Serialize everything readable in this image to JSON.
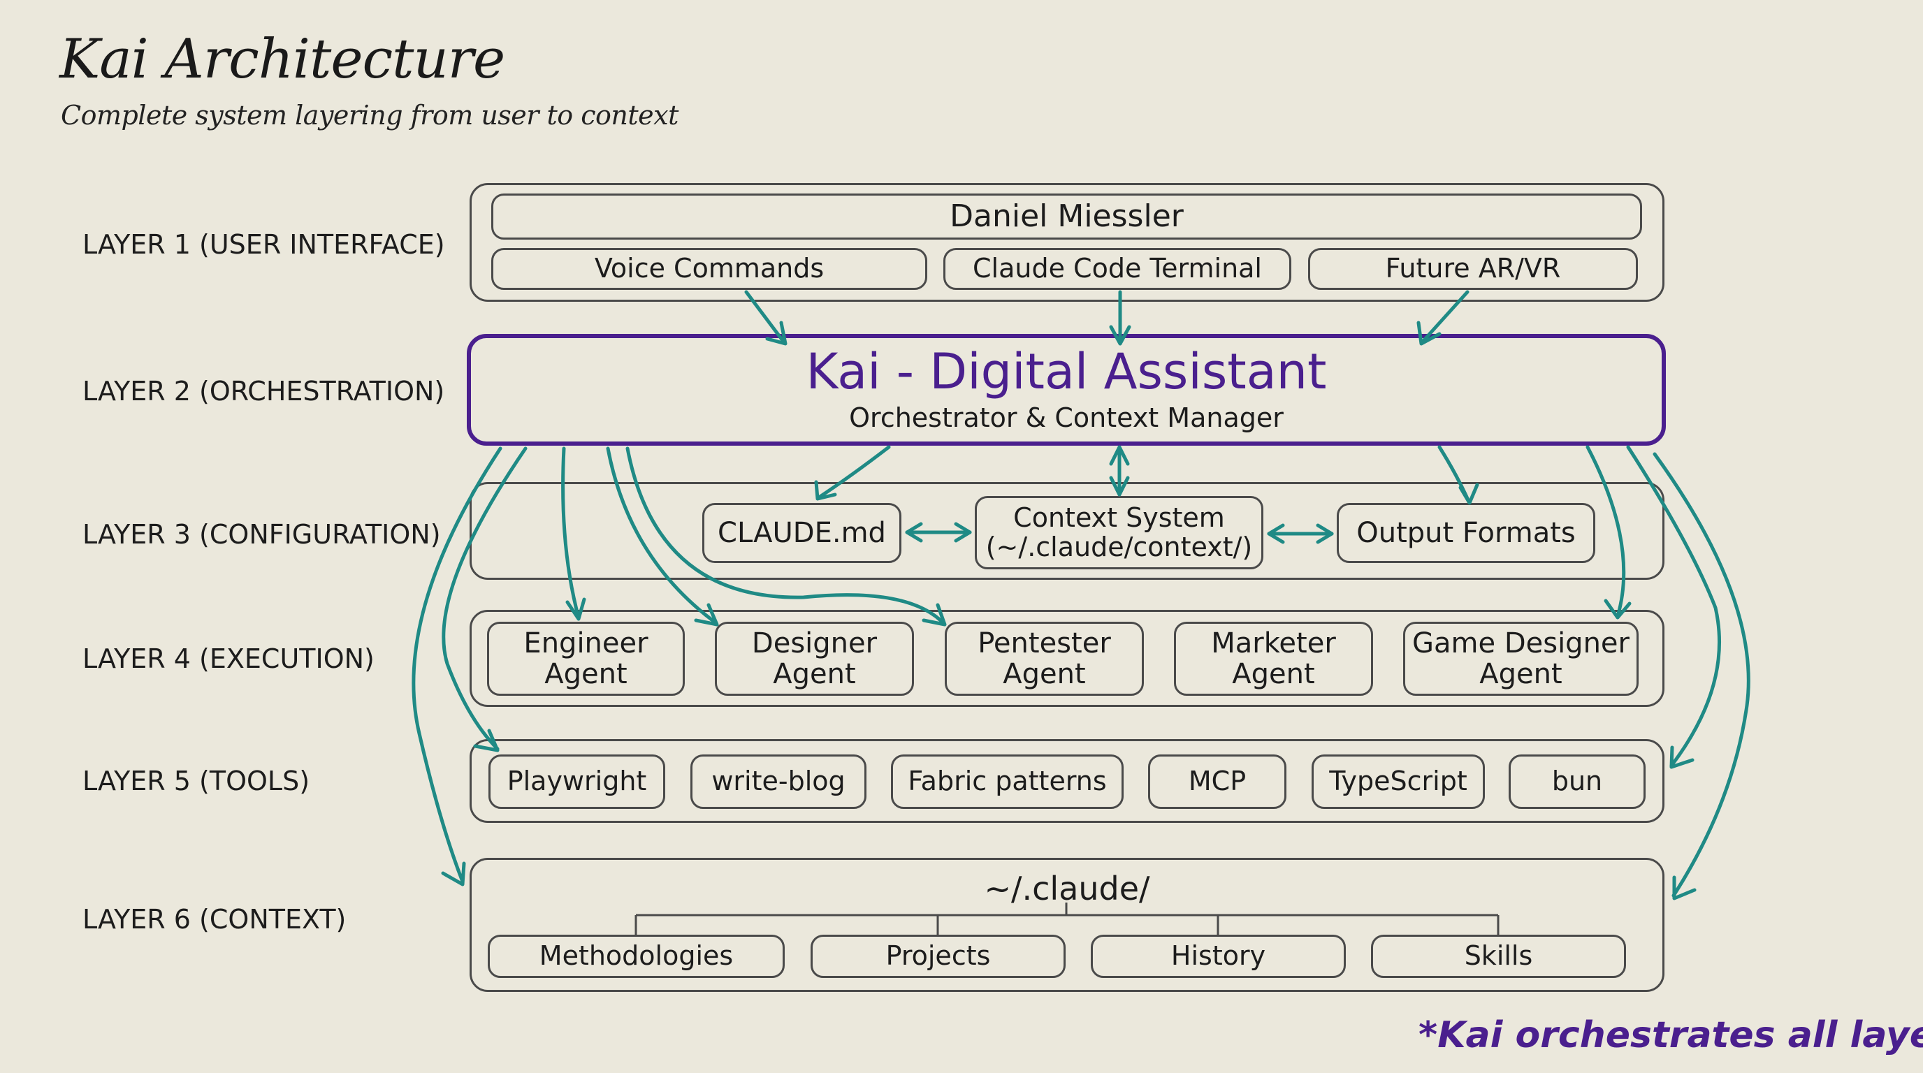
{
  "header": {
    "title": "Kai Architecture",
    "subtitle": "Complete system layering from user to context"
  },
  "colors": {
    "background": "#ebe8dc",
    "accent_purple": "#4a1f8e",
    "arrow_teal": "#1f8a85",
    "box_stroke": "#4a4a4a"
  },
  "layers": [
    {
      "label": "LAYER 1 (USER INTERFACE)"
    },
    {
      "label": "LAYER 2 (ORCHESTRATION)"
    },
    {
      "label": "LAYER 3 (CONFIGURATION)"
    },
    {
      "label": "LAYER 4 (EXECUTION)"
    },
    {
      "label": "LAYER 5 (TOOLS)"
    },
    {
      "label": "LAYER 6 (CONTEXT)"
    }
  ],
  "user_interface": {
    "user": "Daniel Miessler",
    "inputs": [
      "Voice Commands",
      "Claude Code Terminal",
      "Future AR/VR"
    ]
  },
  "orchestration": {
    "title": "Kai - Digital Assistant",
    "subtitle": "Orchestrator & Context Manager"
  },
  "configuration": {
    "items": [
      {
        "line1": "CLAUDE.md",
        "line2": ""
      },
      {
        "line1": "Context System",
        "line2": "(~/.claude/context/)"
      },
      {
        "line1": "Output Formats",
        "line2": ""
      }
    ]
  },
  "execution": {
    "agents": [
      {
        "line1": "Engineer",
        "line2": "Agent"
      },
      {
        "line1": "Designer",
        "line2": "Agent"
      },
      {
        "line1": "Pentester",
        "line2": "Agent"
      },
      {
        "line1": "Marketer",
        "line2": "Agent"
      },
      {
        "line1": "Game Designer",
        "line2": "Agent"
      }
    ]
  },
  "tools": {
    "items": [
      "Playwright",
      "write-blog",
      "Fabric patterns",
      "MCP",
      "TypeScript",
      "bun"
    ]
  },
  "context": {
    "root": "~/.claude/",
    "children": [
      "Methodologies",
      "Projects",
      "History",
      "Skills"
    ]
  },
  "footer": {
    "note": "*Kai orchestrates all layers*"
  }
}
